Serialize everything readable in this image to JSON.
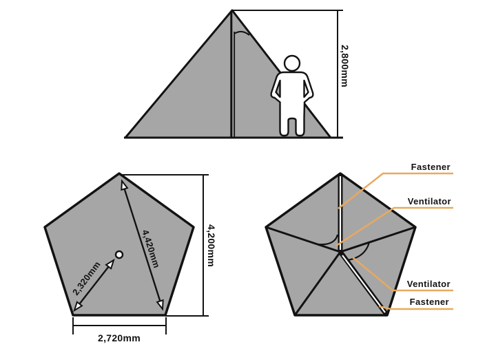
{
  "colors": {
    "panel": "#a6a6a6",
    "outline": "#121212",
    "leader": "#e8a95f",
    "figure_fill": "#ffffff"
  },
  "side_view": {
    "height": "2,800mm"
  },
  "floor_plan": {
    "diagonal": "4,420mm",
    "pole_offset": "2,320mm",
    "depth": "4,200mm",
    "front_width": "2,720mm"
  },
  "top_view": {
    "fastener_top": "Fastener",
    "ventilator_top": "Ventilator",
    "ventilator_bottom": "Ventilator",
    "fastener_bottom": "Fastener"
  }
}
